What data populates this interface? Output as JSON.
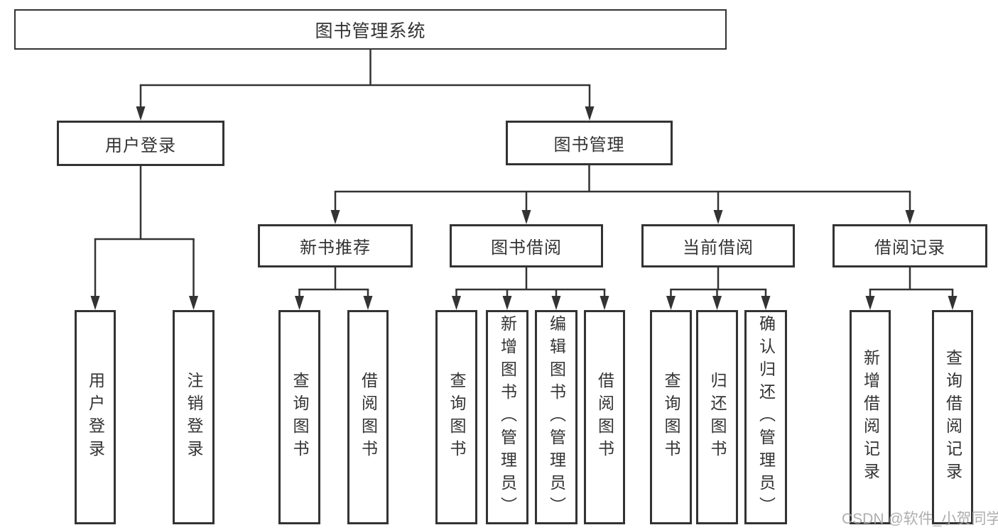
{
  "diagram": {
    "root": "图书管理系统",
    "level2": {
      "user_login": "用户登录",
      "book_management": "图书管理"
    },
    "level3": {
      "new_book_recommend": "新书推荐",
      "book_borrow": "图书借阅",
      "current_borrow": "当前借阅",
      "borrow_records": "借阅记录"
    },
    "leaves": {
      "user_login_leaf": "用户登录",
      "logout_leaf": "注销登录",
      "nb_query_books": "查询图书",
      "nb_borrow_books": "借阅图书",
      "bb_query_books": "查询图书",
      "bb_add_books": "新增图书（管理员）",
      "bb_edit_books": "编辑图书（管理员）",
      "bb_borrow_books": "借阅图书",
      "cb_query_books": "查询图书",
      "cb_return_books": "归还图书",
      "cb_confirm_return": "确认归还（管理员）",
      "br_add_record": "新增借阅记录",
      "br_query_record": "查询借阅记录"
    },
    "watermark": "CSDN @软件_小贺同学",
    "colors": {
      "line": "#333333",
      "text": "#333333",
      "watermark": "#a8a8a8",
      "background": "#ffffff"
    }
  }
}
